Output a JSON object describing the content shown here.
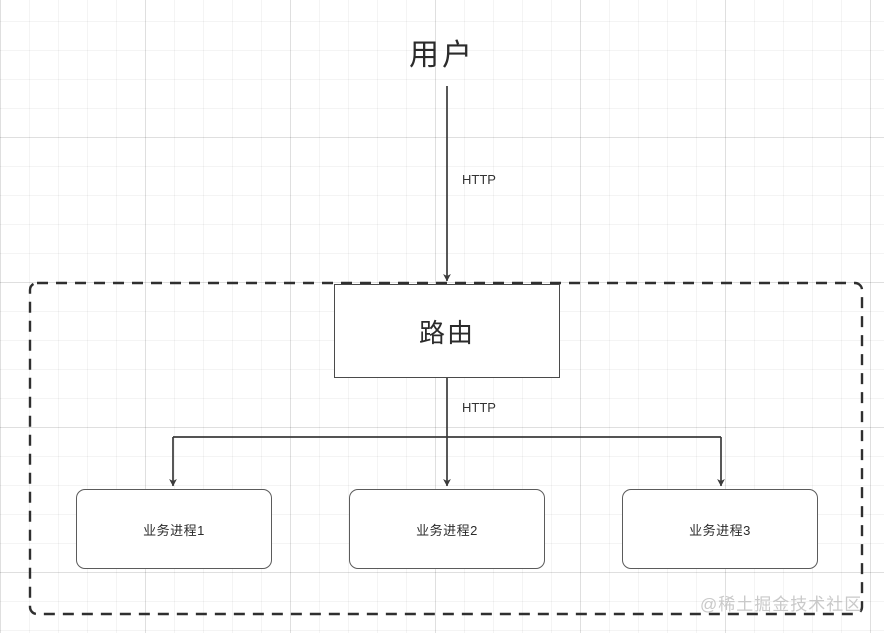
{
  "diagram": {
    "title_node": "用户",
    "container": {
      "name": "service-boundary",
      "style": "dashed",
      "color": "#2f2f2f"
    },
    "nodes": [
      {
        "id": "router",
        "label": "路由",
        "shape": "rectangle"
      },
      {
        "id": "proc-1",
        "label": "业务进程1",
        "shape": "rounded-rectangle"
      },
      {
        "id": "proc-2",
        "label": "业务进程2",
        "shape": "rounded-rectangle"
      },
      {
        "id": "proc-3",
        "label": "业务进程3",
        "shape": "rounded-rectangle"
      }
    ],
    "edges": [
      {
        "id": "user-to-router",
        "from": "用户",
        "to": "路由",
        "label": "HTTP"
      },
      {
        "id": "router-to-processes",
        "from": "路由",
        "to": "业务进程1/2/3",
        "label": "HTTP"
      }
    ],
    "edge_labels": {
      "top": "HTTP",
      "middle": "HTTP"
    },
    "watermark": "@稀土掘金技术社区",
    "colors": {
      "stroke": "#4a4a4a",
      "node_border": "#5b5b5b",
      "dashed_border": "#2f2f2f",
      "text": "#2b2b2b",
      "watermark": "#c9c9c9",
      "grid_minor": "#f0f0f0",
      "grid_major": "#e4e4e4",
      "background": "#ffffff"
    }
  }
}
